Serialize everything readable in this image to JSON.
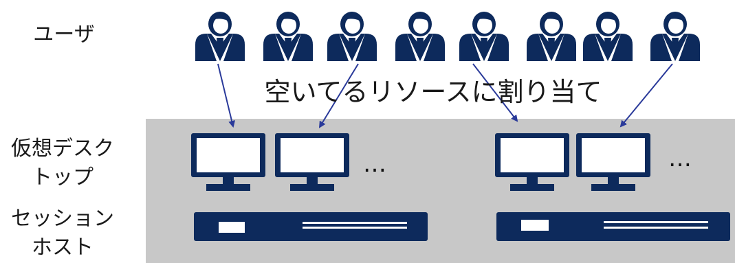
{
  "labels": {
    "users": "ユーザ",
    "virtual_desktop_line1": "仮想デスク",
    "virtual_desktop_line2": "トップ",
    "session_host_line1": "セッション",
    "session_host_line2": "ホスト"
  },
  "caption": "空いてるリソースに割り当て",
  "ellipsis": [
    "…",
    "…"
  ],
  "icons": {
    "user": "user-icon",
    "monitor": "monitor-icon",
    "server": "server-icon"
  },
  "colors": {
    "navy": "#0d2a5c",
    "arrow": "#2a3a9a",
    "host_bg": "#c8c8c8"
  }
}
